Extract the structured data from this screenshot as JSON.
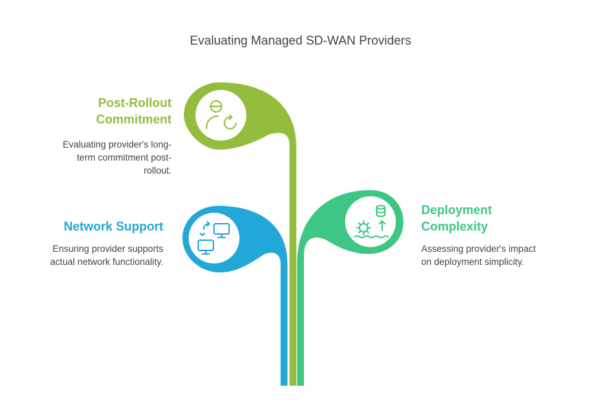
{
  "title": "Evaluating Managed SD-WAN Providers",
  "colors": {
    "green": "#94bd3d",
    "blue": "#22a7d9",
    "teal": "#3ec784",
    "text": "#444444"
  },
  "items": [
    {
      "heading_line1": "Post-Rollout",
      "heading_line2": "Commitment",
      "desc_line1": "Evaluating provider's long-",
      "desc_line2": "term commitment post-",
      "desc_line3": "rollout.",
      "icon": "person-refresh-icon"
    },
    {
      "heading_line1": "Network Support",
      "desc_line1": "Ensuring provider supports",
      "desc_line2": "actual network functionality.",
      "icon": "network-monitors-icon"
    },
    {
      "heading_line1": "Deployment",
      "heading_line2": "Complexity",
      "desc_line1": "Assessing provider's impact",
      "desc_line2": "on deployment simplicity.",
      "icon": "gear-database-icon"
    }
  ]
}
